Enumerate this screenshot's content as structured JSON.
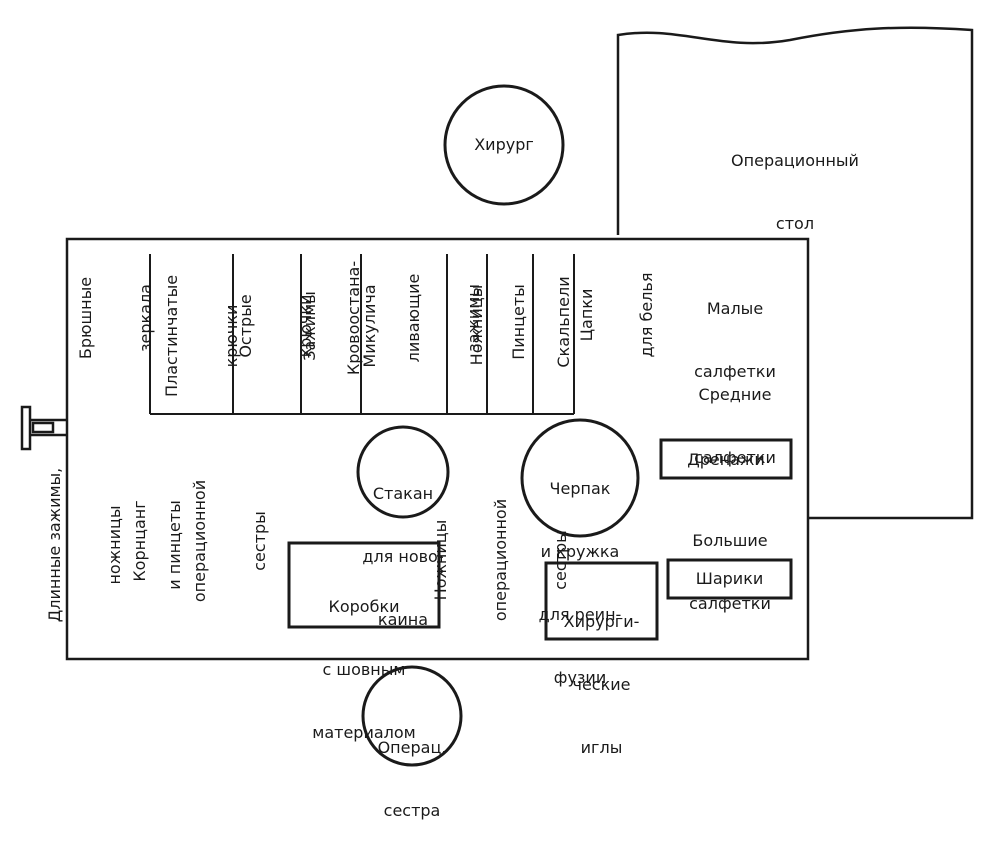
{
  "surgeon": "Хирург",
  "table": [
    "Операционный",
    "стол"
  ],
  "nurse": [
    "Операц.",
    "сестра"
  ],
  "top_columns": [
    [
      "Брюшные",
      "зеркала"
    ],
    [
      "Пластинчатые",
      "крючки"
    ],
    [
      "Острые",
      "крючки"
    ],
    [
      "Зажимы",
      "Микулича"
    ],
    [
      "Кровоостана-",
      "ливающие",
      "зажимы"
    ],
    [
      "Ножницы"
    ],
    [
      "Пинцеты"
    ],
    [
      "Скальпели"
    ],
    [
      "Цапки",
      "для белья"
    ]
  ],
  "napkins_small": [
    "Малые",
    "салфетки"
  ],
  "napkins_medium": [
    "Средние",
    "салфетки"
  ],
  "napkins_large": [
    "Большие",
    "салфетки"
  ],
  "long_clamps": [
    "Длинные зажимы,",
    "ножницы",
    "и пинцеты"
  ],
  "nurse_forceps": [
    "Корнцанг",
    "операционной",
    "сестры"
  ],
  "nurse_scissors": [
    "Ножницы",
    "операционной",
    "сестры"
  ],
  "novocaine": [
    "Стакан",
    "для ново-",
    "каина"
  ],
  "reinfusion": [
    "Черпак",
    "и кружка",
    "для реин-",
    "фузии"
  ],
  "drains": "Дренажи",
  "suture_boxes": [
    "Коробки",
    "с шовным",
    "материалом"
  ],
  "needles": [
    "Хирурги-",
    "ческие",
    "иглы"
  ],
  "balls": "Шарики"
}
